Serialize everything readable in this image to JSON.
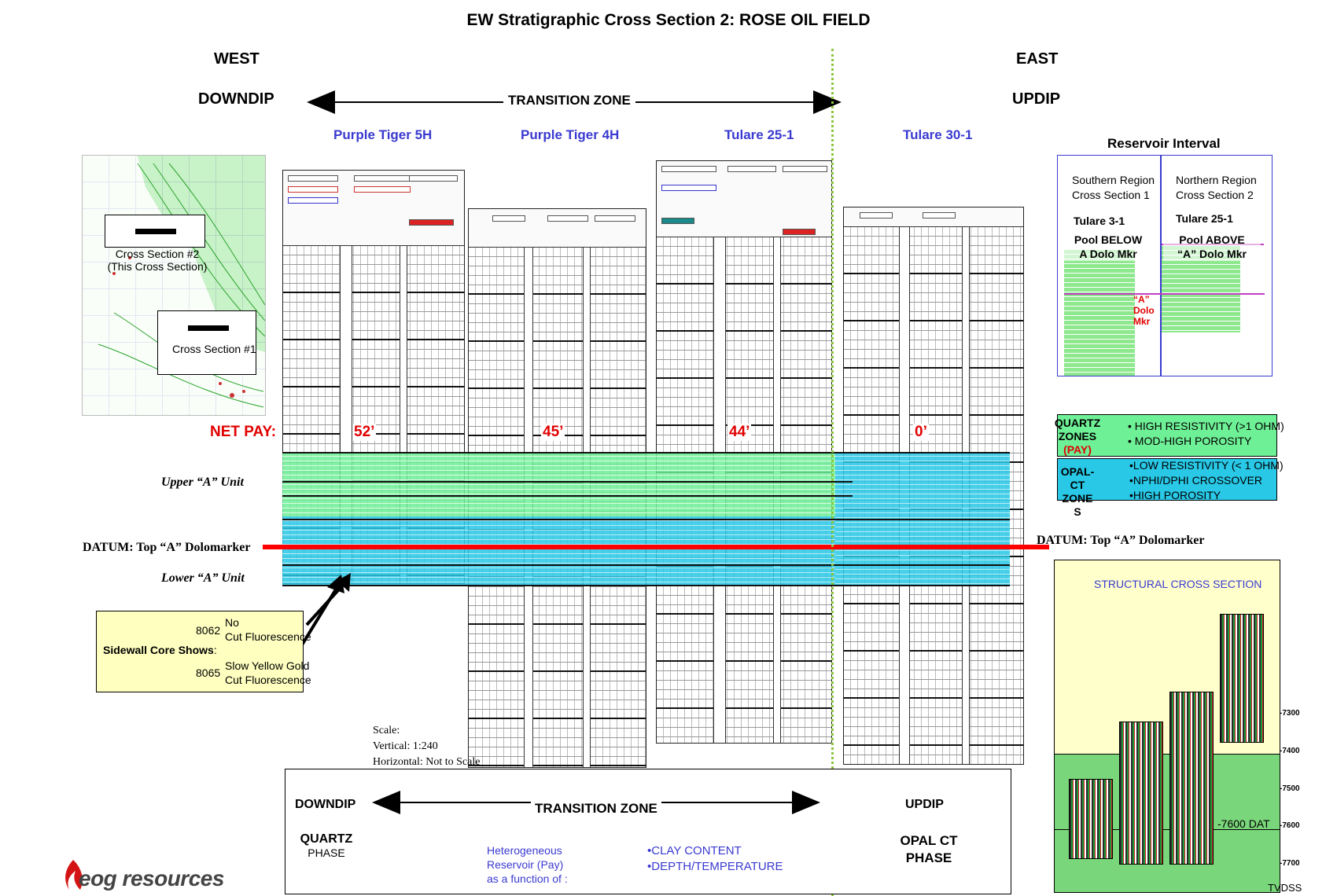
{
  "title": "EW Stratigraphic Cross Section 2: ROSE OIL FIELD",
  "header": {
    "west": "WEST",
    "east": "EAST",
    "downdip": "DOWNDIP",
    "updip": "UPDIP",
    "transition_zone": "TRANSITION ZONE"
  },
  "wells": [
    {
      "name": "Purple Tiger 5H",
      "net_pay": "52’"
    },
    {
      "name": "Purple Tiger 4H",
      "net_pay": "45’"
    },
    {
      "name": "Tulare 25-1",
      "net_pay": "44’"
    },
    {
      "name": "Tulare 30-1",
      "net_pay": "0’"
    }
  ],
  "net_pay_label": "NET PAY:",
  "map": {
    "cross_section_2": [
      "Cross Section #2",
      "(This Cross Section)"
    ],
    "cross_section_1": "Cross Section #1"
  },
  "units": {
    "upper": "Upper “A” Unit",
    "lower": "Lower “A” Unit",
    "datum": "DATUM:  Top “A” Dolomarker"
  },
  "core_shows": {
    "label": "Sidewall Core Shows",
    "colon": ":",
    "items": [
      {
        "depth": "8062",
        "line1": "No",
        "line2": "Cut Fluorescence"
      },
      {
        "depth": "8065",
        "line1": "Slow Yellow Gold",
        "line2": "Cut Fluorescence"
      }
    ]
  },
  "scale": {
    "label": "Scale:",
    "vertical": "Vertical: 1:240",
    "horizontal": "Horizontal: Not to Scale"
  },
  "bottom_box": {
    "downdip": "DOWNDIP",
    "transition_zone": "TRANSITION ZONE",
    "updip": "UPDIP",
    "quartz_phase": [
      "QUARTZ",
      "PHASE"
    ],
    "opal_phase": [
      "OPAL CT",
      "PHASE"
    ],
    "heterogeneous": [
      "Heterogeneous",
      "Reservoir (Pay)",
      "as a function of :"
    ],
    "factors": [
      "•CLAY CONTENT",
      "•DEPTH/TEMPERATURE"
    ]
  },
  "reservoir": {
    "title": "Reservoir Interval",
    "south": [
      "Southern Region",
      "Cross Section 1"
    ],
    "north": [
      "Northern Region",
      "Cross Section 2"
    ],
    "south_well": "Tulare 3-1",
    "north_well": "Tulare 25-1",
    "south_pool": [
      "Pool BELOW",
      "A Dolo Mkr"
    ],
    "north_pool": [
      "Pool ABOVE",
      "“A” Dolo Mkr"
    ],
    "marker": [
      "“A”",
      "Dolo",
      "Mkr"
    ]
  },
  "legend": {
    "quartz_title": [
      "QUARTZ",
      "ZONES",
      "(PAY)"
    ],
    "quartz_items": [
      "• HIGH RESISTIVITY (>1 OHM)",
      "• MOD-HIGH POROSITY"
    ],
    "opal_title": [
      "OPAL-",
      "CT",
      "ZONE",
      "S"
    ],
    "opal_items": [
      "•LOW RESISTIVITY (< 1 OHM)",
      "•NPHI/DPHI CROSSOVER",
      "•HIGH POROSITY"
    ]
  },
  "structural": {
    "title": "STRUCTURAL  CROSS SECTION",
    "depths": [
      "-7300",
      "-7400",
      "-7500",
      "-7600",
      "-7700"
    ],
    "datum": "-7600 DAT",
    "tvdss": "TVDSS"
  },
  "logo": "eog resources",
  "colors": {
    "well_name": "#3a3ad0",
    "net_pay": "#e00000",
    "quartz_zone": "#6ef096",
    "opal_zone": "#28c8e6",
    "datum_line": "#ff0000",
    "structural_bg": "#ffffcc",
    "core_box_bg": "#ffffc0"
  }
}
